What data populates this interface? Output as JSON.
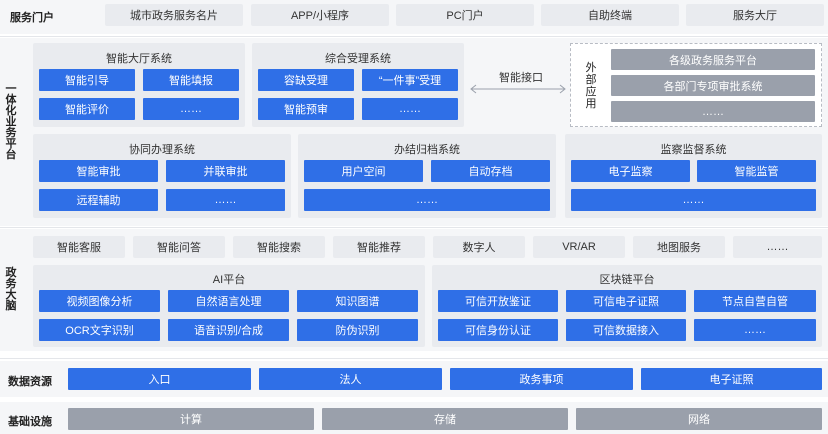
{
  "service_portal": {
    "label": "服务门户",
    "items": [
      "城市政务服务名片",
      "APP/小程序",
      "PC门户",
      "自助终端",
      "服务大厅"
    ]
  },
  "integrated_platform": {
    "label": "一体化业务平台",
    "smart_hall": {
      "title": "智能大厅系统",
      "items": [
        "智能引导",
        "智能填报",
        "智能评价",
        "……"
      ]
    },
    "acceptance": {
      "title": "综合受理系统",
      "items": [
        "容缺受理",
        "“一件事”受理",
        "智能预审",
        "……"
      ]
    },
    "interface_label": "智能接口",
    "external": {
      "label": "外部应用",
      "items": [
        "各级政务服务平台",
        "各部门专项审批系统",
        "……"
      ]
    },
    "collab": {
      "title": "协同办理系统",
      "items": [
        "智能审批",
        "并联审批",
        "远程辅助",
        "……"
      ]
    },
    "archive": {
      "title": "办结归档系统",
      "items": [
        "用户空间",
        "自动存档",
        "……"
      ]
    },
    "supervision": {
      "title": "监察监督系统",
      "items": [
        "电子监察",
        "智能监管",
        "……"
      ]
    }
  },
  "brain": {
    "label": "政务大脑",
    "services": [
      "智能客服",
      "智能问答",
      "智能搜索",
      "智能推荐",
      "数字人",
      "VR/AR",
      "地图服务",
      "……"
    ],
    "ai": {
      "title": "AI平台",
      "items": [
        "视频图像分析",
        "自然语言处理",
        "知识图谱",
        "OCR文字识别",
        "语音识别/合成",
        "防伪识别"
      ]
    },
    "blockchain": {
      "title": "区块链平台",
      "items": [
        "可信开放鉴证",
        "可信电子证照",
        "节点自营自管",
        "可信身份认证",
        "可信数据接入",
        "……"
      ]
    }
  },
  "data_resources": {
    "label": "数据资源",
    "items": [
      "入口",
      "法人",
      "政务事项",
      "电子证照"
    ]
  },
  "infrastructure": {
    "label": "基础设施",
    "items": [
      "计算",
      "存储",
      "网络"
    ]
  },
  "colors": {
    "blue": "#2f6fe7",
    "grey": "#9aa0ab",
    "panel": "#e9ebef",
    "band": "#f5f6f8"
  }
}
